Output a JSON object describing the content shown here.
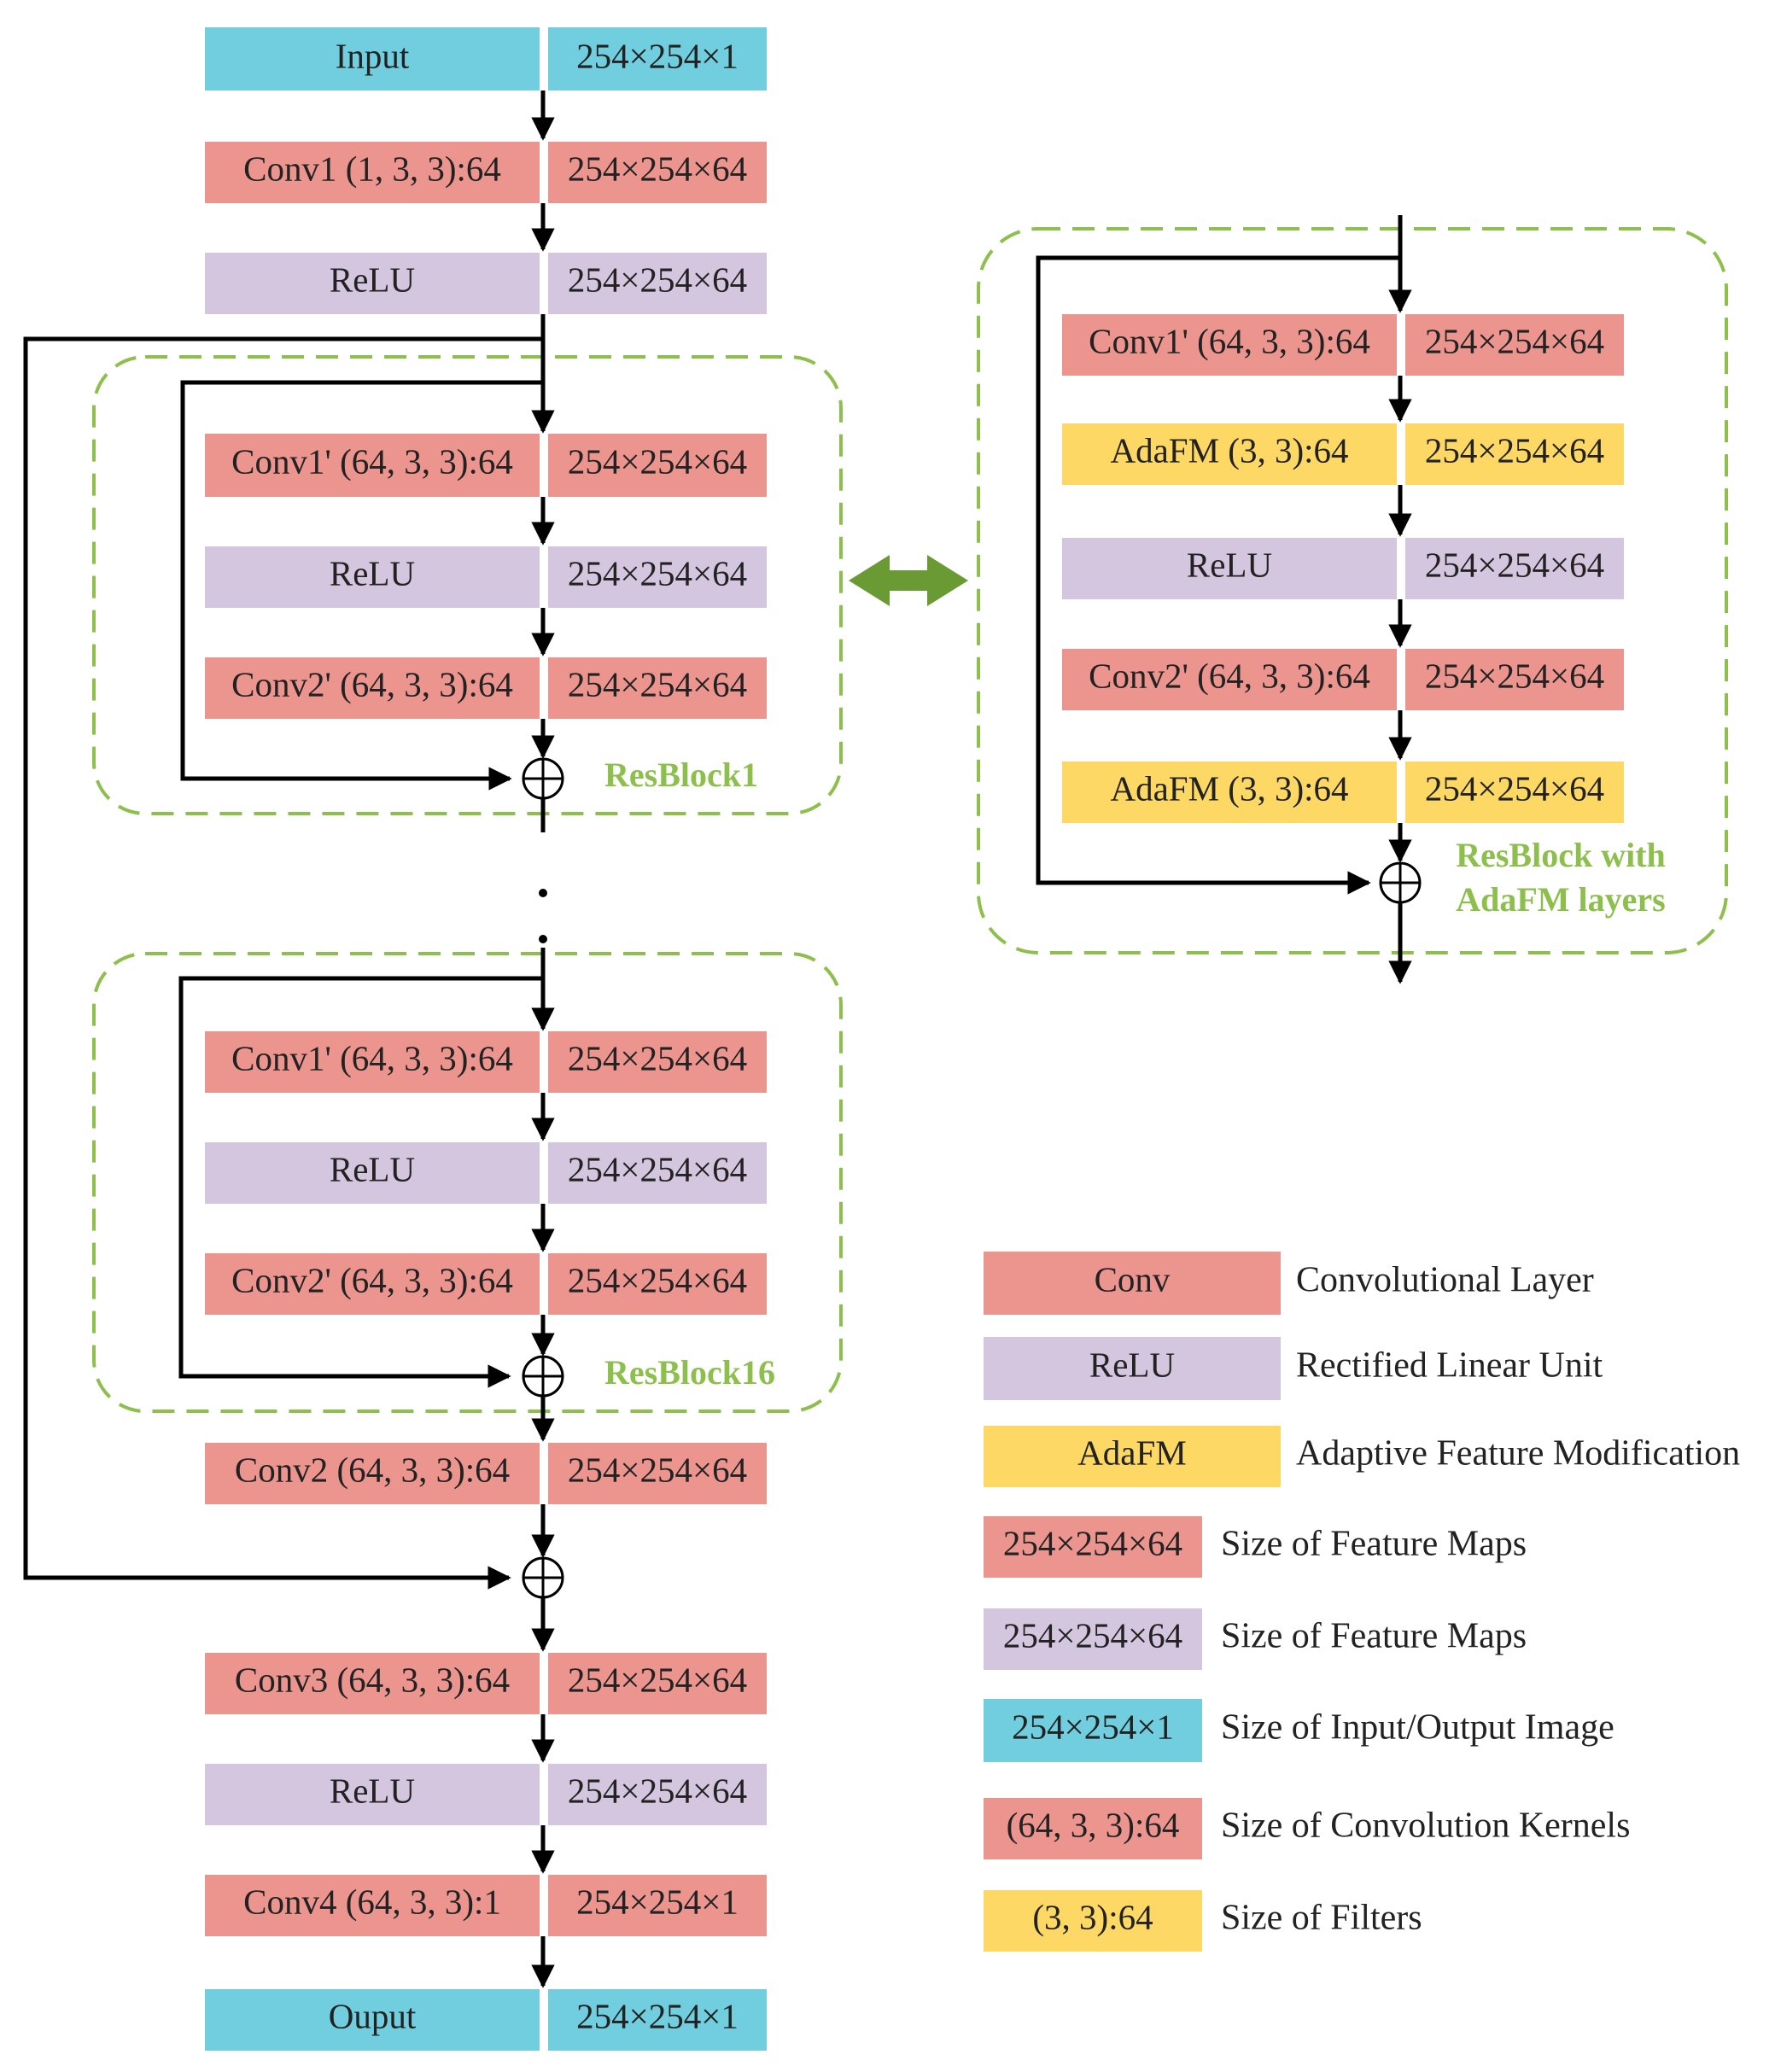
{
  "colors": {
    "conv": "#ec958f",
    "relu": "#d5c6df",
    "adafm": "#fdd865",
    "io": "#70cede",
    "resblock_border": "#8dbf4d",
    "resblock_label": "#8dbf4d",
    "double_arrow": "#6a9a34",
    "line": "#000000"
  },
  "main": {
    "input": {
      "name": "Input",
      "size": "254×254×1"
    },
    "conv1": {
      "name": "Conv1 (1, 3, 3):64",
      "size": "254×254×64"
    },
    "relu1": {
      "name": "ReLU",
      "size": "254×254×64"
    },
    "resblock1": {
      "label": "ResBlock1",
      "layers": [
        {
          "type": "conv",
          "name": "Conv1' (64, 3, 3):64",
          "size": "254×254×64"
        },
        {
          "type": "relu",
          "name": "ReLU",
          "size": "254×254×64"
        },
        {
          "type": "conv",
          "name": "Conv2' (64, 3, 3):64",
          "size": "254×254×64"
        }
      ]
    },
    "ellipsis": "·\n·\n·",
    "resblock16": {
      "label": "ResBlock16",
      "layers": [
        {
          "type": "conv",
          "name": "Conv1' (64, 3, 3):64",
          "size": "254×254×64"
        },
        {
          "type": "relu",
          "name": "ReLU",
          "size": "254×254×64"
        },
        {
          "type": "conv",
          "name": "Conv2' (64, 3, 3):64",
          "size": "254×254×64"
        }
      ]
    },
    "conv2": {
      "name": "Conv2 (64, 3, 3):64",
      "size": "254×254×64"
    },
    "conv3": {
      "name": "Conv3 (64, 3, 3):64",
      "size": "254×254×64"
    },
    "relu3": {
      "name": "ReLU",
      "size": "254×254×64"
    },
    "conv4": {
      "name": "Conv4 (64, 3, 3):1",
      "size": "254×254×1"
    },
    "output": {
      "name": "Ouput",
      "size": "254×254×1"
    }
  },
  "adafm_block": {
    "label_line1": "ResBlock with",
    "label_line2": "AdaFM layers",
    "layers": [
      {
        "type": "conv",
        "name": "Conv1' (64, 3, 3):64",
        "size": "254×254×64"
      },
      {
        "type": "adafm",
        "name": "AdaFM (3, 3):64",
        "size": "254×254×64"
      },
      {
        "type": "relu",
        "name": "ReLU",
        "size": "254×254×64"
      },
      {
        "type": "conv",
        "name": "Conv2' (64, 3, 3):64",
        "size": "254×254×64"
      },
      {
        "type": "adafm",
        "name": "AdaFM (3, 3):64",
        "size": "254×254×64"
      }
    ]
  },
  "legend": [
    {
      "swatch": "Conv",
      "color": "conv",
      "desc": "Convolutional Layer"
    },
    {
      "swatch": "ReLU",
      "color": "relu",
      "desc": "Rectified Linear Unit"
    },
    {
      "swatch": "AdaFM",
      "color": "adafm",
      "desc": "Adaptive Feature Modification"
    },
    {
      "swatch": "254×254×64",
      "color": "conv",
      "desc": "Size of Feature Maps"
    },
    {
      "swatch": "254×254×64",
      "color": "relu",
      "desc": "Size of Feature Maps"
    },
    {
      "swatch": "254×254×1",
      "color": "io",
      "desc": "Size of Input/Output Image"
    },
    {
      "swatch": "(64, 3, 3):64",
      "color": "conv",
      "desc": "Size of Convolution Kernels"
    },
    {
      "swatch": "(3, 3):64",
      "color": "adafm",
      "desc": "Size of Filters"
    }
  ]
}
